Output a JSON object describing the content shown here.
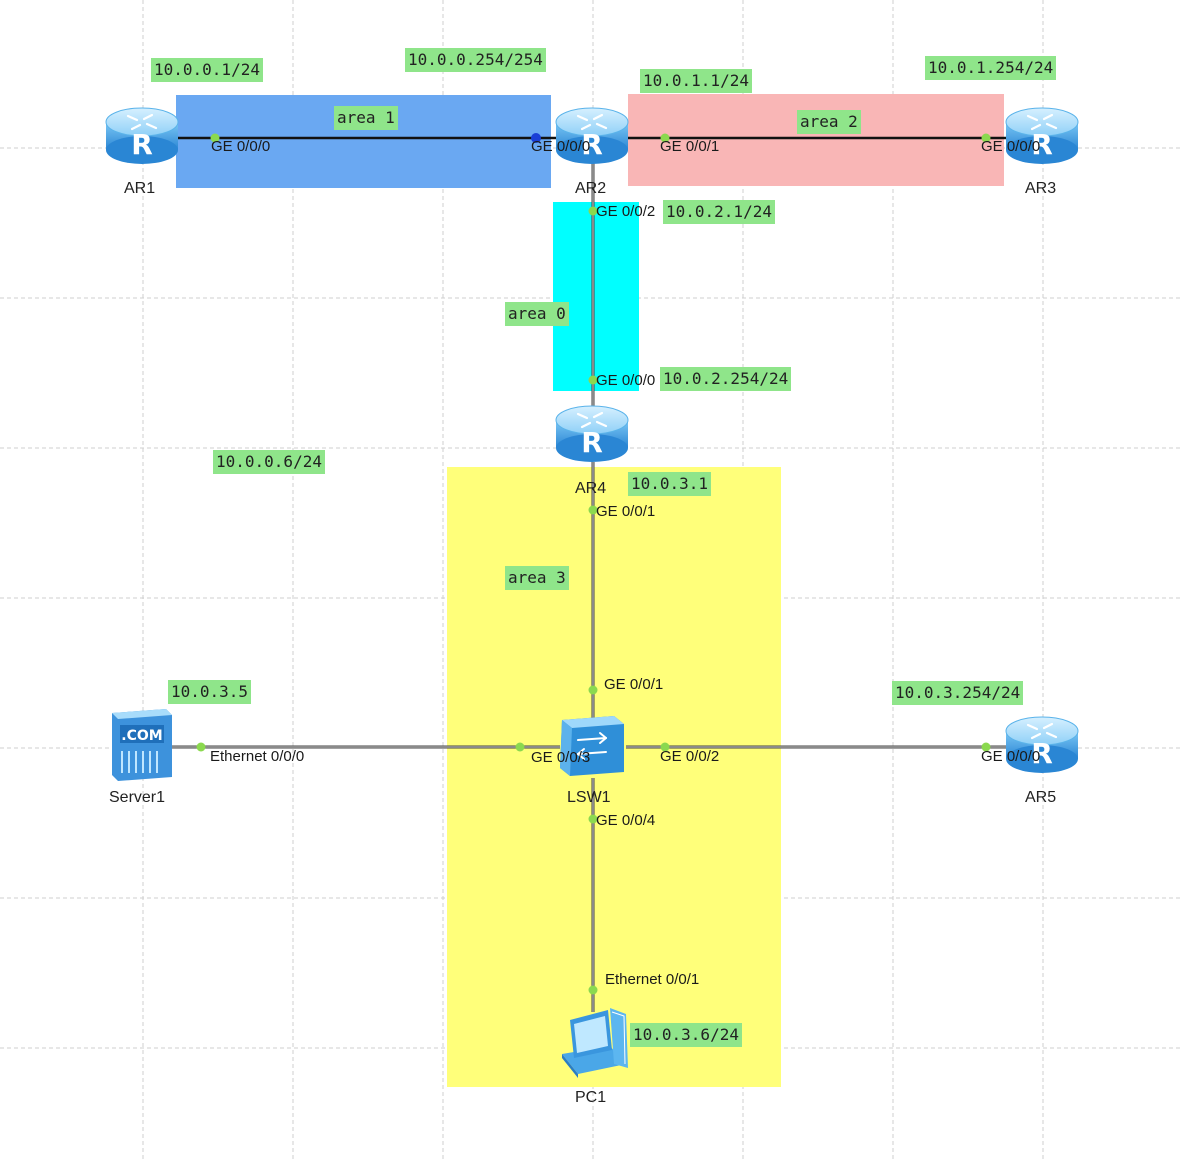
{
  "colors": {
    "area1": "#6aa8f2",
    "area2": "#f9b6b6",
    "area0": "#00ffff",
    "area3": "#ffff7a",
    "ip_label_bg": "#8fe58a",
    "port_dot": "#8bd94f",
    "router_body": "#4aa7e8"
  },
  "areas": {
    "area1": "area 1",
    "area2": "area 2",
    "area0": "area 0",
    "area3": "area 3"
  },
  "devices": {
    "ar1": {
      "name": "AR1",
      "icon": "router-icon"
    },
    "ar2": {
      "name": "AR2",
      "icon": "router-icon"
    },
    "ar3": {
      "name": "AR3",
      "icon": "router-icon"
    },
    "ar4": {
      "name": "AR4",
      "icon": "router-icon"
    },
    "ar5": {
      "name": "AR5",
      "icon": "router-icon"
    },
    "lsw1": {
      "name": "LSW1",
      "icon": "switch-icon"
    },
    "server1": {
      "name": "Server1",
      "icon": "server-icon"
    },
    "pc1": {
      "name": "PC1",
      "icon": "pc-icon"
    }
  },
  "ip_labels": {
    "ar1_ip": "10.0.0.1/24",
    "ar2_area1_ip": "10.0.0.254/254",
    "ar2_area2_ip": "10.0.1.1/24",
    "ar3_ip": "10.0.1.254/24",
    "ar2_area0_ip": "10.0.2.1/24",
    "ar4_area0_ip": "10.0.2.254/24",
    "floating_ip": "10.0.0.6/24",
    "ar4_area3_ip": "10.0.3.1",
    "server1_ip": "10.0.3.5",
    "ar5_ip": "10.0.3.254/24",
    "pc1_ip": "10.0.3.6/24"
  },
  "ports": {
    "ar1_ge000": "GE 0/0/0",
    "ar2_ge000": "GE 0/0/0",
    "ar2_ge001": "GE 0/0/1",
    "ar3_ge000": "GE 0/0/0",
    "ar2_ge002": "GE 0/0/2",
    "ar4_ge000": "GE 0/0/0",
    "ar4_ge001": "GE 0/0/1",
    "lsw1_ge001": "GE 0/0/1",
    "server1_eth000": "Ethernet 0/0/0",
    "lsw1_ge003": "GE 0/0/3",
    "lsw1_ge002": "GE 0/0/2",
    "ar5_ge000": "GE 0/0/0",
    "lsw1_ge004": "GE 0/0/4",
    "pc1_eth001": "Ethernet 0/0/1"
  }
}
